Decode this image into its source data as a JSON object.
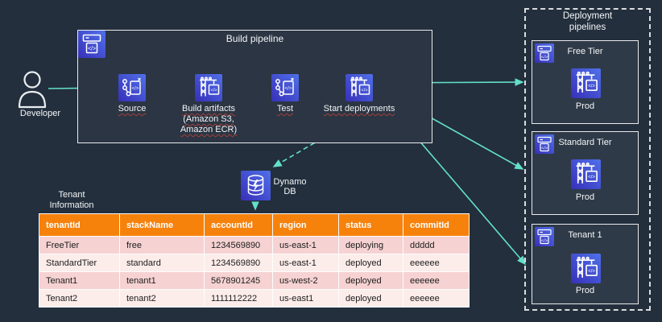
{
  "developer": {
    "label": "Developer"
  },
  "pipeline": {
    "title": "Build pipeline",
    "steps": [
      {
        "label": "Source"
      },
      {
        "label": "Build artifacts",
        "sub": [
          "(Amazon S3,",
          "Amazon ECR)"
        ]
      },
      {
        "label": "Test"
      },
      {
        "label": "Start deployments"
      }
    ]
  },
  "dynamodb": {
    "lines": [
      "Dynamo",
      "DB"
    ]
  },
  "deployment": {
    "title": "Deployment pipelines",
    "tiers": [
      {
        "title": "Free Tier",
        "env": "Prod"
      },
      {
        "title": "Standard Tier",
        "env": "Prod"
      },
      {
        "title": "Tenant 1",
        "env": "Prod"
      }
    ]
  },
  "table": {
    "title_lines": [
      "Tenant",
      "Information"
    ],
    "columns": [
      "tenantId",
      "stackName",
      "accountId",
      "region",
      "status",
      "commitId"
    ],
    "rows": [
      [
        "FreeTier",
        "free",
        "1234569890",
        "us-east-1",
        "deploying",
        "ddddd"
      ],
      [
        "StandardTier",
        "standard",
        "1234569890",
        "us-east-1",
        "deployed",
        "eeeeee"
      ],
      [
        "Tenant1",
        "tenant1",
        "5678901245",
        "us-west-2",
        "deployed",
        "eeeeee"
      ],
      [
        "Tenant2",
        "tenant2",
        "1111112222",
        "us-east1",
        "deployed",
        "eeeeee"
      ]
    ]
  },
  "colors": {
    "background": "#232f3d",
    "arrow": "#62e0c9",
    "icon_gradient_start": "#3730b8",
    "icon_gradient_end": "#5070ea",
    "table_header": "#f6820c",
    "table_row_odd": "#f6d2d2",
    "table_row_even": "#fcedea",
    "box_border": "#e9ebed"
  }
}
